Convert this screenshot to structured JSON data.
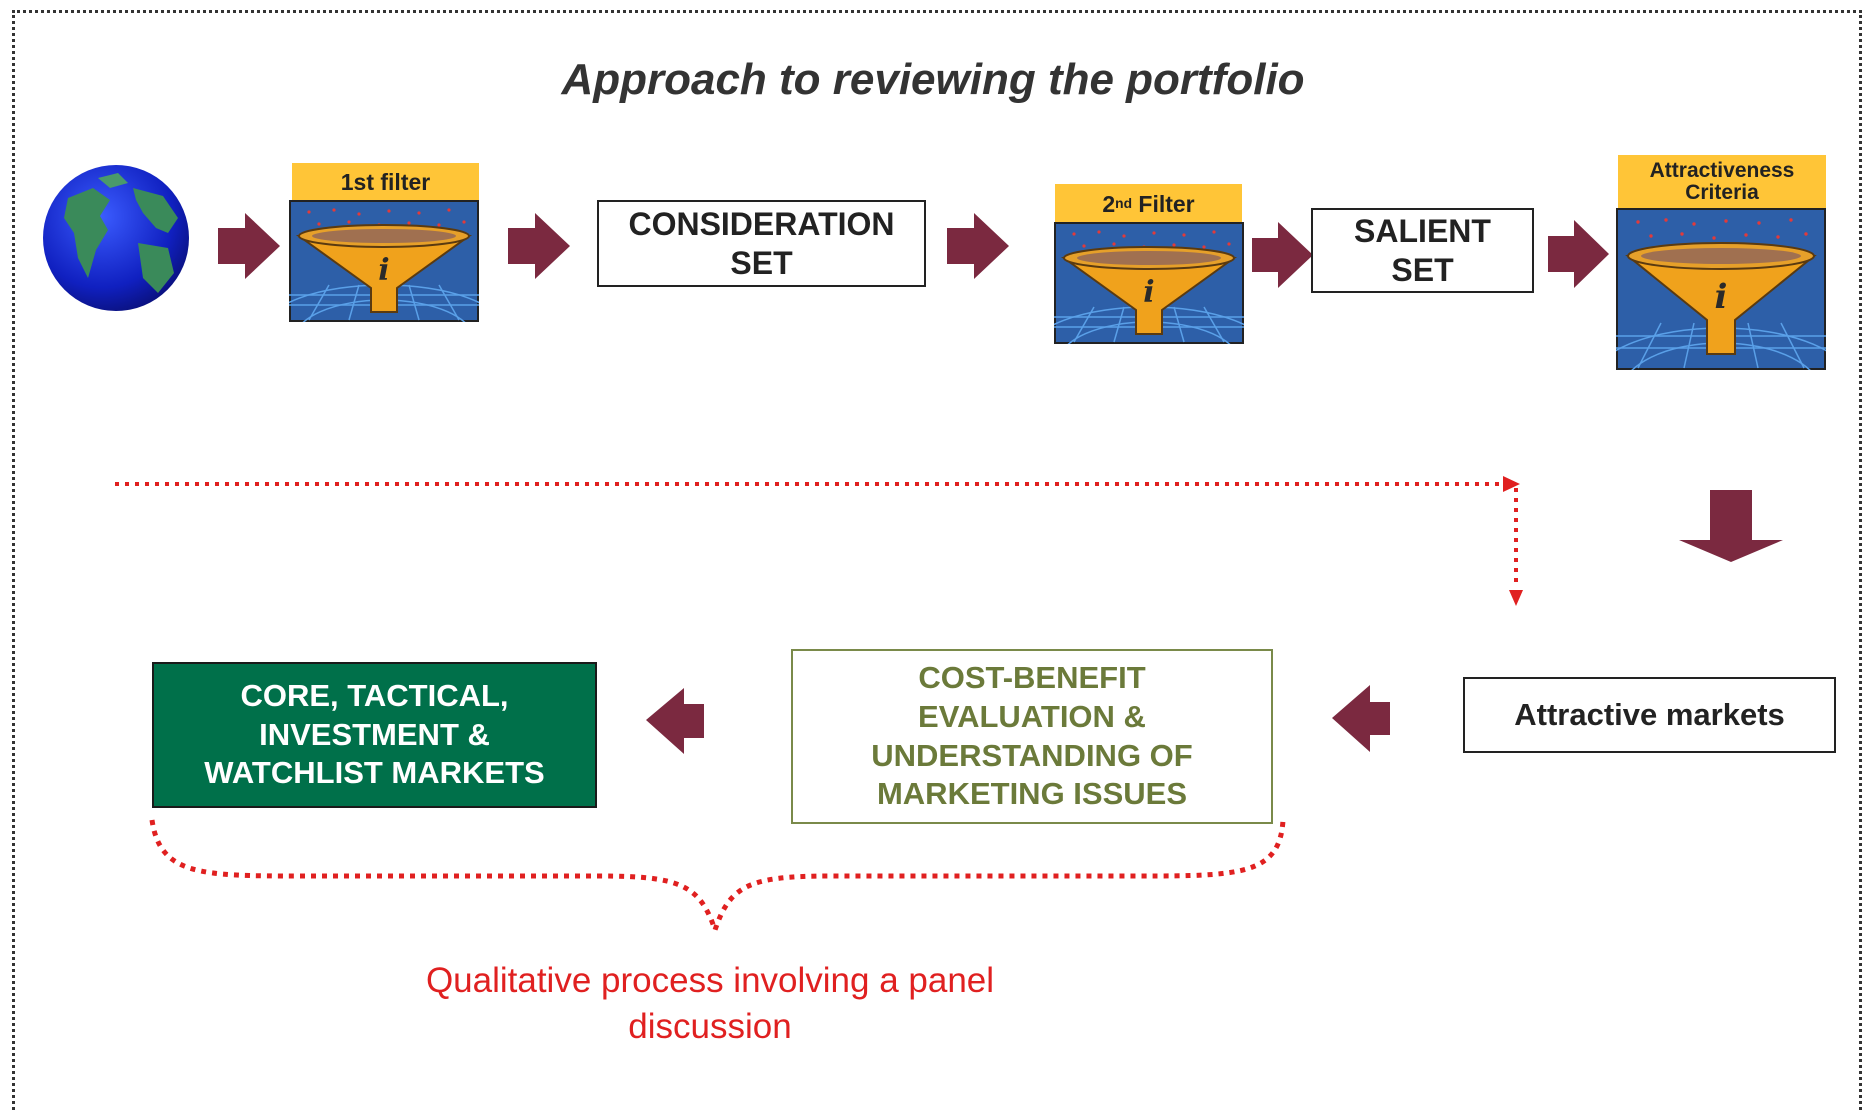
{
  "title": "Approach to reviewing the portfolio",
  "filters": [
    {
      "label": "1st filter"
    },
    {
      "label_base": "2",
      "label_sup": "nd",
      "label_rest": " Filter"
    },
    {
      "label": "Attractiveness\nCriteria"
    }
  ],
  "consideration_set": "CONSIDERATION\nSET",
  "salient_set": "SALIENT\nSET",
  "attractive_markets": "Attractive markets",
  "cost_benefit": "COST-BENEFIT\nEVALUATION &\nUNDERSTANDING OF\nMARKETING ISSUES",
  "core_markets": "CORE, TACTICAL,\nINVESTMENT &\nWATCHLIST MARKETS",
  "qualitative_note": "Qualitative process involving a panel discussion",
  "colors": {
    "arrow": "#7b2940",
    "dotted_connector": "#e02020",
    "filter_label": "#ffc537",
    "filter_bg": "#2d5fa8",
    "funnel": "#f0a21c",
    "core_box": "#00704a",
    "cost_benefit_text": "#6b7a3a",
    "note_text": "#e02020"
  },
  "icons": [
    "globe-icon",
    "funnel-info-icon",
    "arrow-right-icon",
    "arrow-left-icon",
    "arrow-down-icon"
  ]
}
